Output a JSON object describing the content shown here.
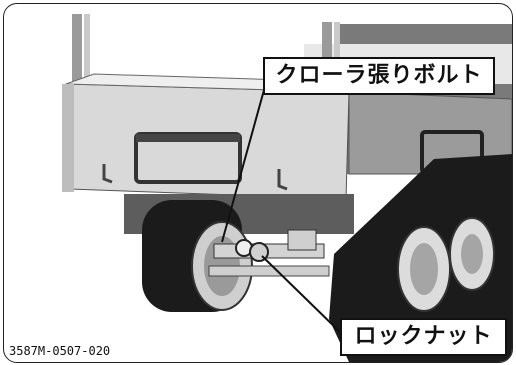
{
  "callouts": {
    "top_label": "クローラ張りボルト",
    "bottom_label": "ロックナット"
  },
  "figure_id": "3587M-0507-020",
  "colors": {
    "frame_border": "#222222",
    "body_light": "#d6d6d6",
    "body_dark": "#8a8a8a",
    "track": "#1a1a1a"
  }
}
